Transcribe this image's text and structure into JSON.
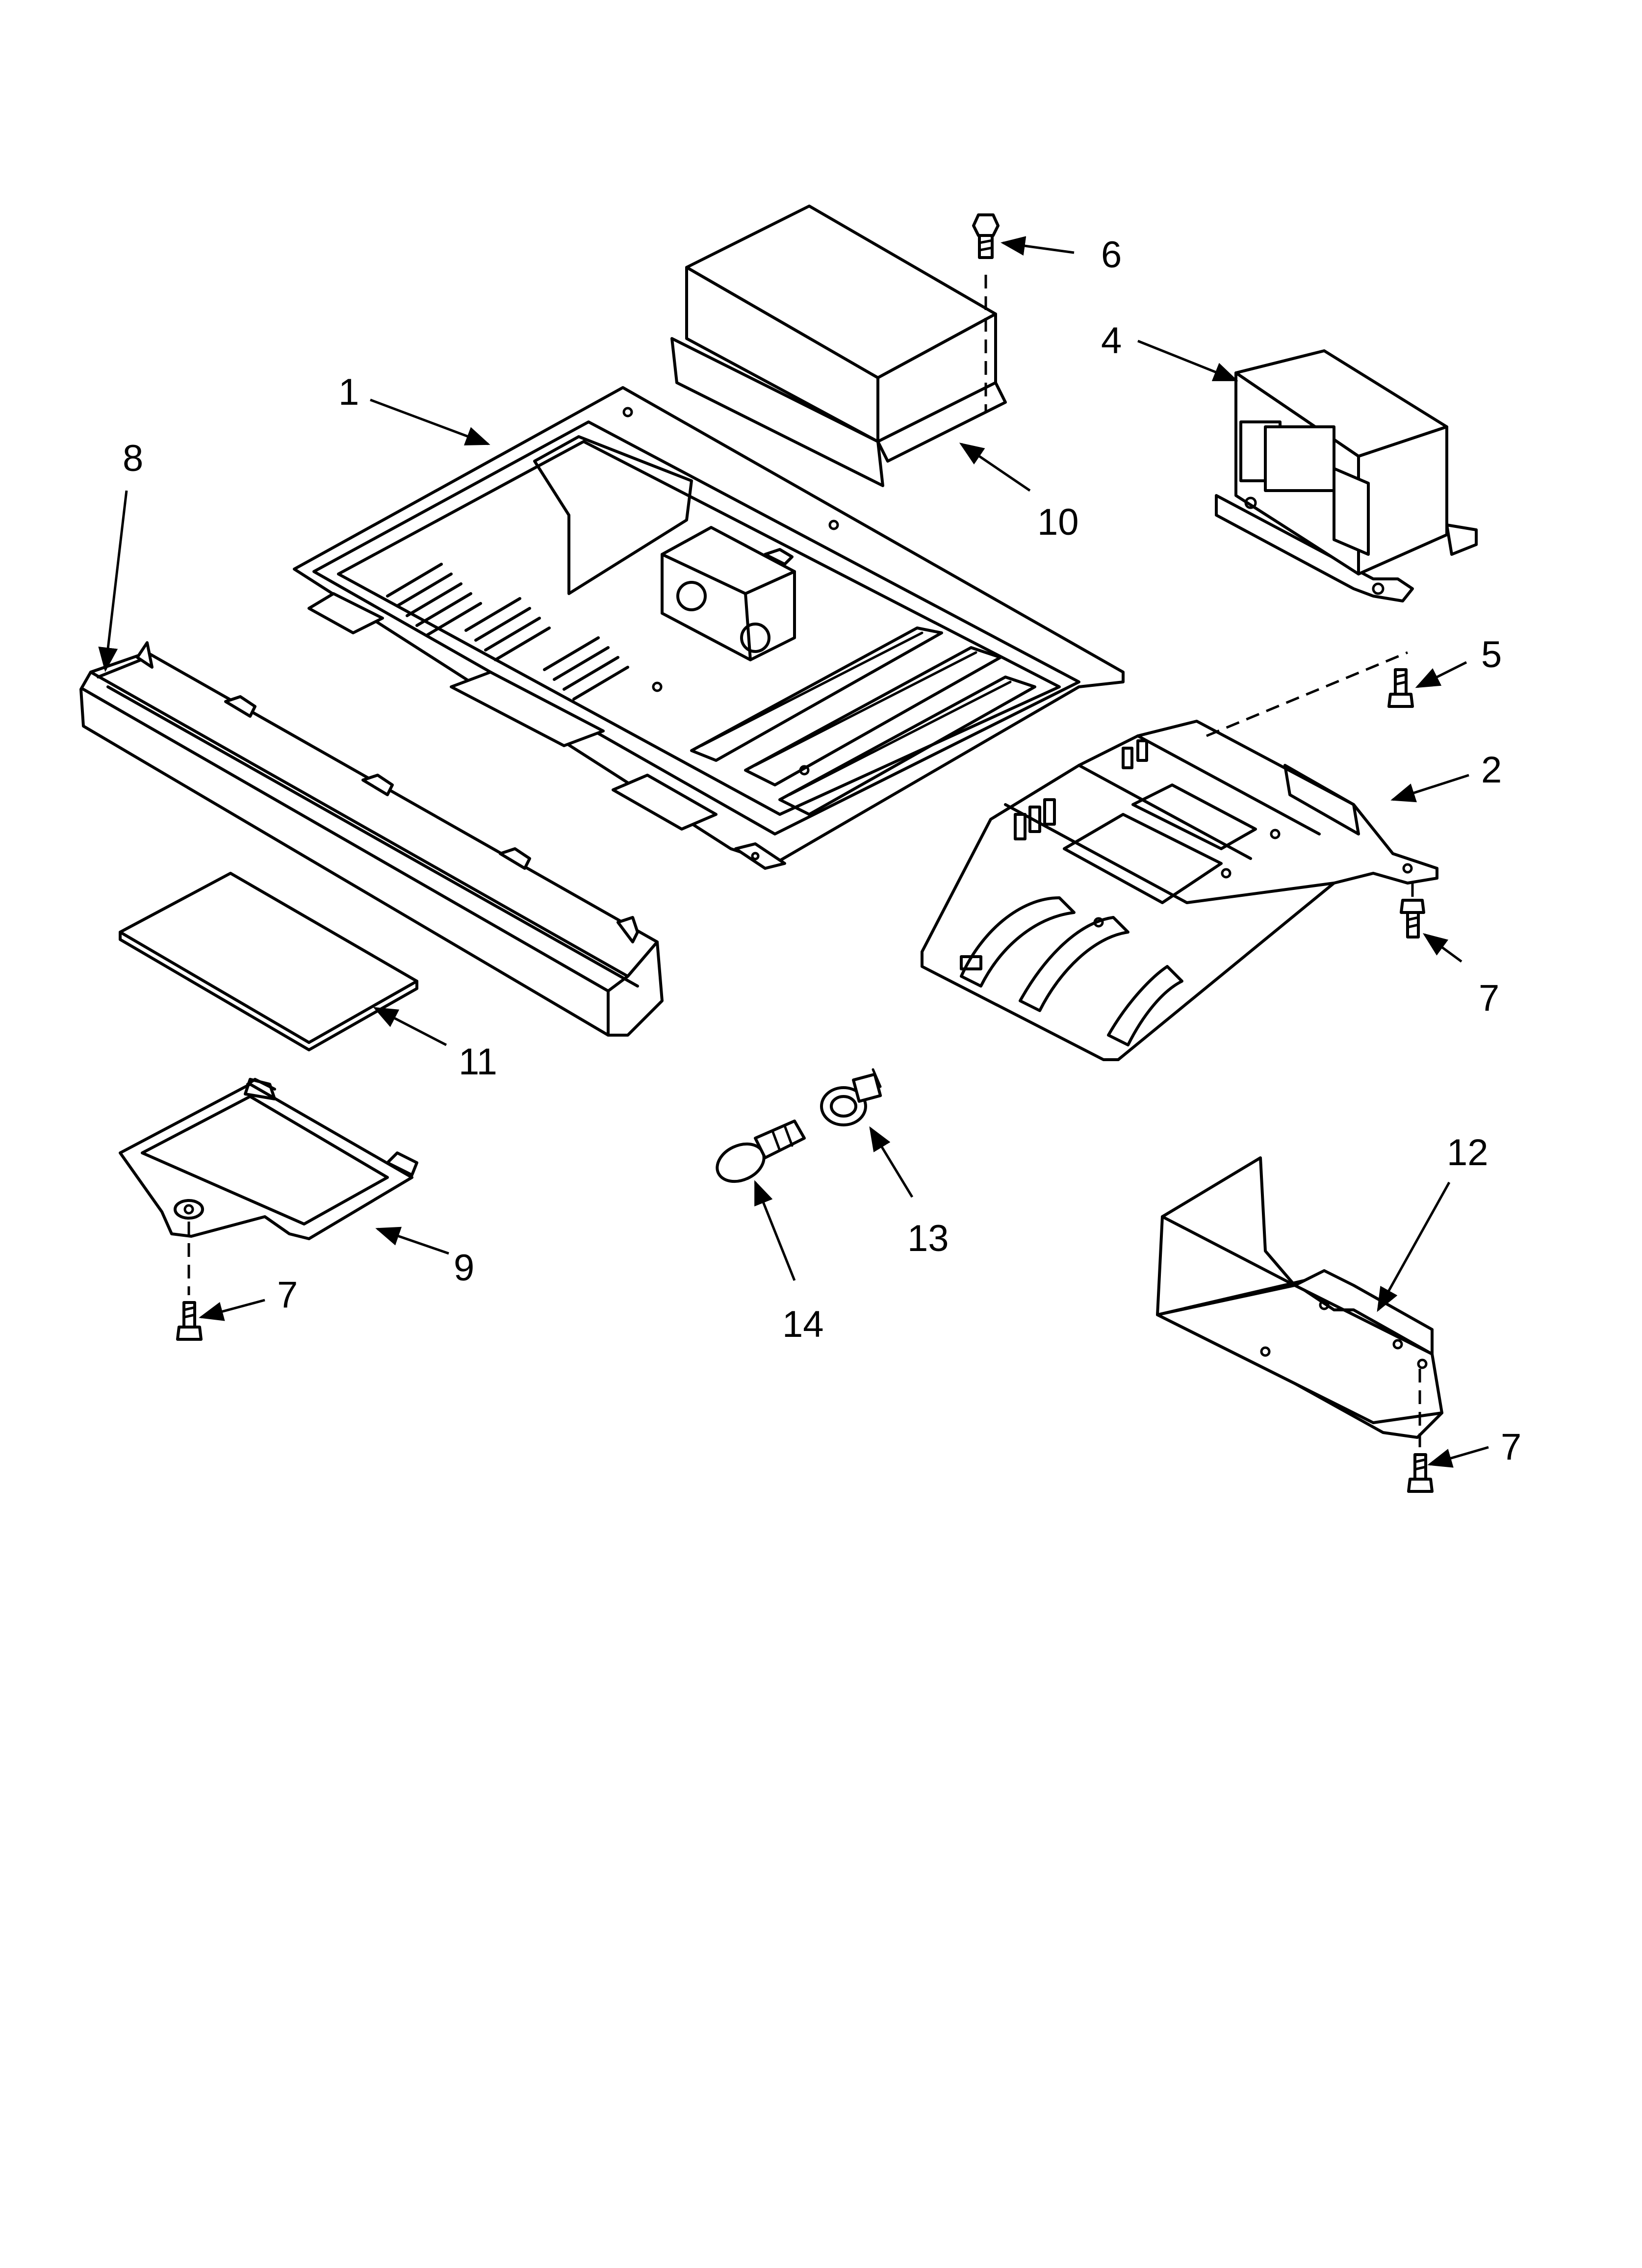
{
  "callouts": {
    "c1": "1",
    "c2": "2",
    "c4": "4",
    "c5": "5",
    "c6": "6",
    "c7a": "7",
    "c7b": "7",
    "c7c": "7",
    "c8": "8",
    "c9": "9",
    "c10": "10",
    "c11": "11",
    "c12": "12",
    "c13": "13",
    "c14": "14"
  }
}
